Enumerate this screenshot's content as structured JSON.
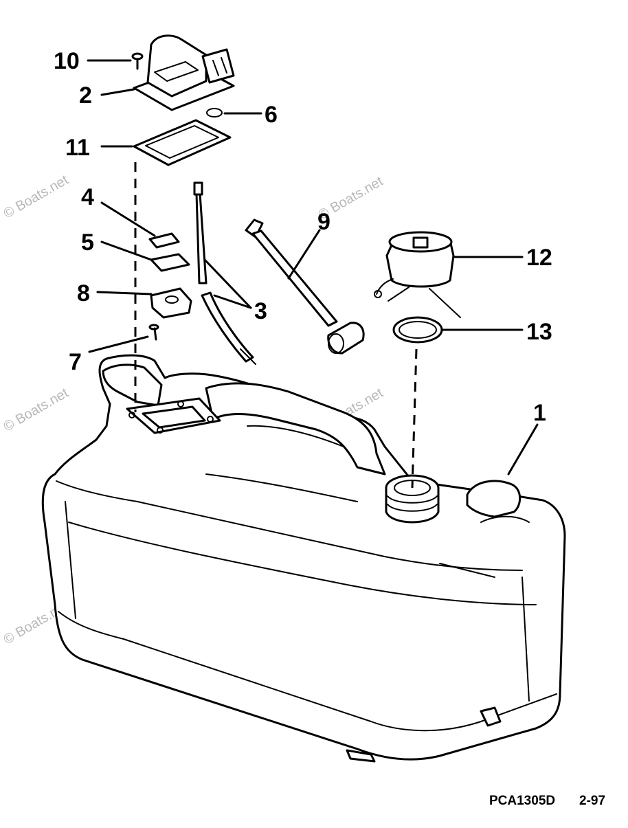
{
  "diagram": {
    "callouts": {
      "c1": "1",
      "c2": "2",
      "c3": "3",
      "c4": "4",
      "c5": "5",
      "c6": "6",
      "c7": "7",
      "c8": "8",
      "c9": "9",
      "c10": "10",
      "c11": "11",
      "c12": "12",
      "c13": "13"
    },
    "footer_code": "PCA1305D",
    "footer_date": "2-97",
    "watermark": "© Boats.net"
  }
}
